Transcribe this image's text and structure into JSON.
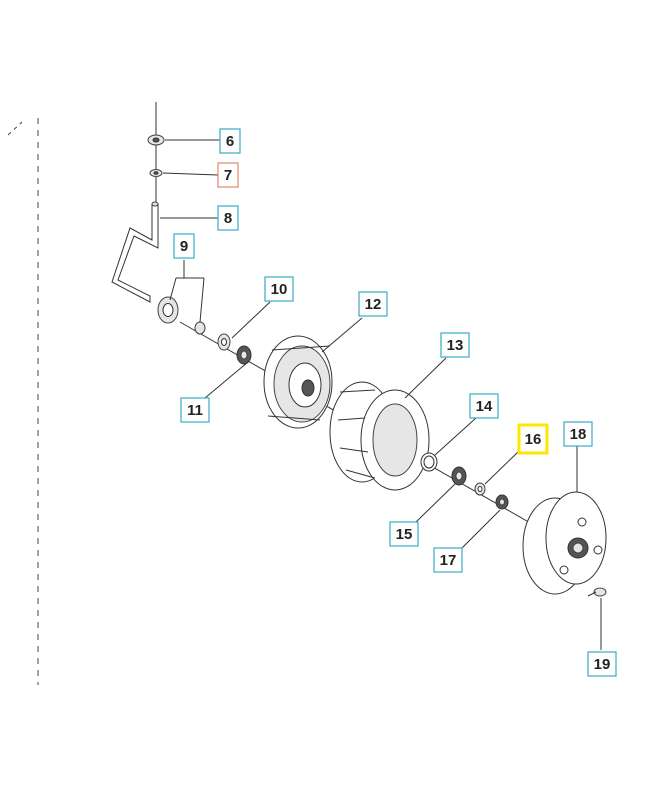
{
  "diagram": {
    "type": "exploded parts view",
    "callouts": [
      {
        "id": "c6",
        "label": "6",
        "style": "normal"
      },
      {
        "id": "c7",
        "label": "7",
        "style": "warn"
      },
      {
        "id": "c8",
        "label": "8",
        "style": "normal"
      },
      {
        "id": "c9",
        "label": "9",
        "style": "normal"
      },
      {
        "id": "c10",
        "label": "10",
        "style": "normal"
      },
      {
        "id": "c11",
        "label": "11",
        "style": "normal"
      },
      {
        "id": "c12",
        "label": "12",
        "style": "normal"
      },
      {
        "id": "c13",
        "label": "13",
        "style": "normal"
      },
      {
        "id": "c14",
        "label": "14",
        "style": "normal"
      },
      {
        "id": "c15",
        "label": "15",
        "style": "normal"
      },
      {
        "id": "c16",
        "label": "16",
        "style": "selected"
      },
      {
        "id": "c17",
        "label": "17",
        "style": "normal"
      },
      {
        "id": "c18",
        "label": "18",
        "style": "normal"
      },
      {
        "id": "c19",
        "label": "19",
        "style": "normal"
      }
    ],
    "colors": {
      "callout_border": "#3ba9c9",
      "callout_border_warn": "#e08a6a",
      "callout_border_selected": "#ffe600",
      "line": "#333333"
    }
  }
}
